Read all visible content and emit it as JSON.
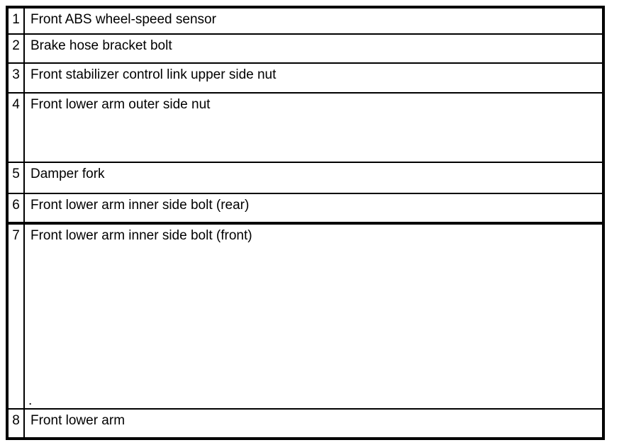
{
  "table": {
    "description": "numbered parts legend table",
    "rows": [
      {
        "num": "1",
        "label": "Front ABS wheel-speed sensor"
      },
      {
        "num": "2",
        "label": "Brake hose bracket bolt"
      },
      {
        "num": "3",
        "label": "Front stabilizer control link upper side nut"
      },
      {
        "num": "4",
        "label": "Front lower arm outer side nut"
      },
      {
        "num": "5",
        "label": "Damper fork"
      },
      {
        "num": "6",
        "label": "Front lower arm inner side bolt (rear)"
      },
      {
        "num": "7",
        "label": "Front lower arm inner side bolt (front)"
      },
      {
        "num": "8",
        "label": "Front lower arm"
      }
    ],
    "stray_mark": "."
  },
  "colors": {
    "background": "#ffffff",
    "border": "#000000",
    "text": "#000000"
  }
}
